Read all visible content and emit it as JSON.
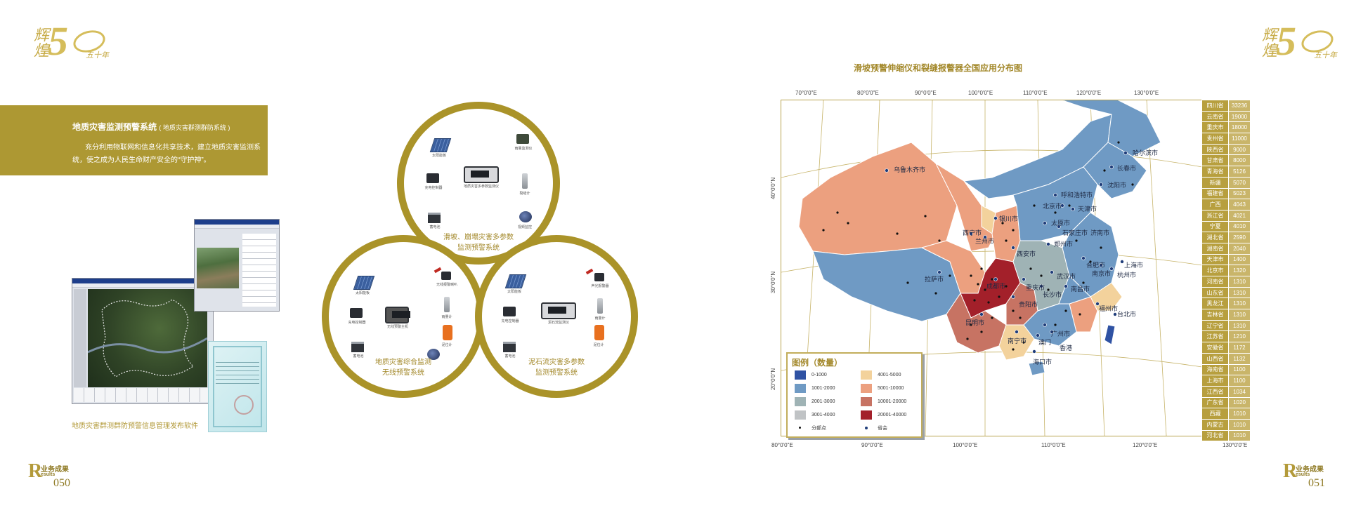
{
  "logo_left": {
    "big_char": "5",
    "script": "辉煌",
    "years": "五十年"
  },
  "logo_right": {
    "big_char": "5",
    "script": "辉煌",
    "years": "五十年"
  },
  "banner": {
    "title": "地质灾害监测预警系统",
    "subtitle": "( 地质灾害群测群防系统 )",
    "description": "充分利用物联网和信息化共享技术，建立地质灾害监测系统，使之成为人民生命财产安全的“守护神”。"
  },
  "software_caption": "地质灾害群测群防预警信息管理发布软件",
  "circles": [
    {
      "label_line1": "滑坡、崩塌灾害多参数",
      "label_line2": "监测预警系统",
      "devices": [
        "太阳能板",
        "雨量监测仪",
        "地质灾害多参数监测仪",
        "充电控制器",
        "裂缝计",
        "蓄电池",
        "视频监控"
      ]
    },
    {
      "label_line1": "地质灾害综合监测",
      "label_line2": "无线预警系统",
      "devices": [
        "太阳能板",
        "充电控制器",
        "无线预警主机",
        "蓄电池",
        "无线报警喇叭",
        "雨量计",
        "泥位计"
      ]
    },
    {
      "label_line1": "泥石流灾害多参数",
      "label_line2": "监测预警系统",
      "devices": [
        "太阳能板",
        "充电控制器",
        "泥石流监测仪",
        "蓄电池",
        "声光报警器",
        "雨量计",
        "泥位计"
      ]
    }
  ],
  "footer_left": {
    "letter": "R",
    "label": "业务成果",
    "small": "esults",
    "page": "050"
  },
  "footer_right": {
    "letter": "R",
    "label": "业务成果",
    "small": "esults",
    "page": "051"
  },
  "map": {
    "title": "滑坡预警伸缩仪和裂缝报警器全国应用分布图",
    "top_lons": [
      "70°0'0\"E",
      "80°0'0\"E",
      "90°0'0\"E",
      "100°0'0\"E",
      "110°0'0\"E",
      "120°0'0\"E",
      "130°0'0\"E"
    ],
    "bottom_lons": [
      "80°0'0\"E",
      "90°0'0\"E",
      "100°0'0\"E",
      "110°0'0\"E",
      "120°0'0\"E",
      "130°0'0\"E"
    ],
    "lats": [
      "40°0'0\"N",
      "30°0'0\"N",
      "20°0'0\"N"
    ],
    "cities": [
      "乌鲁木齐市",
      "哈尔滨市",
      "长春市",
      "沈阳市",
      "呼和浩特市",
      "北京市",
      "天津市",
      "银川市",
      "太原市",
      "石家庄市",
      "济南市",
      "西宁市",
      "兰州市",
      "郑州市",
      "西安市",
      "拉萨市",
      "成都市",
      "合肥市",
      "南京市",
      "上海市",
      "杭州市",
      "武汉市",
      "重庆市",
      "长沙市",
      "南昌市",
      "贵阳市",
      "福州市",
      "台北市",
      "昆明市",
      "南宁市",
      "广州市",
      "澳门",
      "香港",
      "海口市"
    ],
    "legend": {
      "title": "图例（数量）",
      "ranges": [
        {
          "label": "0-1000",
          "color": "#2f52a3"
        },
        {
          "label": "1001-2000",
          "color": "#6f9ac4"
        },
        {
          "label": "2001-3000",
          "color": "#9fb3b5"
        },
        {
          "label": "3001-4000",
          "color": "#c0c3c5"
        },
        {
          "label": "4001-5000",
          "color": "#f3d29c"
        },
        {
          "label": "5001-10000",
          "color": "#eca07f"
        },
        {
          "label": "10001-20000",
          "color": "#c77363"
        },
        {
          "label": "20001-40000",
          "color": "#a3202a"
        }
      ],
      "point_label": "分部点",
      "capital_label": "省会"
    },
    "provinces": [
      {
        "name": "四川省",
        "value": "33236"
      },
      {
        "name": "云南省",
        "value": "19000"
      },
      {
        "name": "重庆市",
        "value": "18000"
      },
      {
        "name": "贵州省",
        "value": "11000"
      },
      {
        "name": "陕西省",
        "value": "9000"
      },
      {
        "name": "甘肃省",
        "value": "8000"
      },
      {
        "name": "青海省",
        "value": "5126"
      },
      {
        "name": "新疆",
        "value": "5070"
      },
      {
        "name": "福建省",
        "value": "5023"
      },
      {
        "name": "广西",
        "value": "4043"
      },
      {
        "name": "浙江省",
        "value": "4021"
      },
      {
        "name": "宁夏",
        "value": "4010"
      },
      {
        "name": "湖北省",
        "value": "2590"
      },
      {
        "name": "湖南省",
        "value": "2040"
      },
      {
        "name": "天津市",
        "value": "1400"
      },
      {
        "name": "北京市",
        "value": "1320"
      },
      {
        "name": "河南省",
        "value": "1310"
      },
      {
        "name": "山东省",
        "value": "1310"
      },
      {
        "name": "黑龙江",
        "value": "1310"
      },
      {
        "name": "吉林省",
        "value": "1310"
      },
      {
        "name": "辽宁省",
        "value": "1310"
      },
      {
        "name": "江苏省",
        "value": "1210"
      },
      {
        "name": "安徽省",
        "value": "1172"
      },
      {
        "name": "山西省",
        "value": "1132"
      },
      {
        "name": "海南省",
        "value": "1100"
      },
      {
        "name": "上海市",
        "value": "1100"
      },
      {
        "name": "江西省",
        "value": "1034"
      },
      {
        "name": "广东省",
        "value": "1020"
      },
      {
        "name": "西藏",
        "value": "1010"
      },
      {
        "name": "内蒙古",
        "value": "1010"
      },
      {
        "name": "河北省",
        "value": "1010"
      }
    ]
  }
}
